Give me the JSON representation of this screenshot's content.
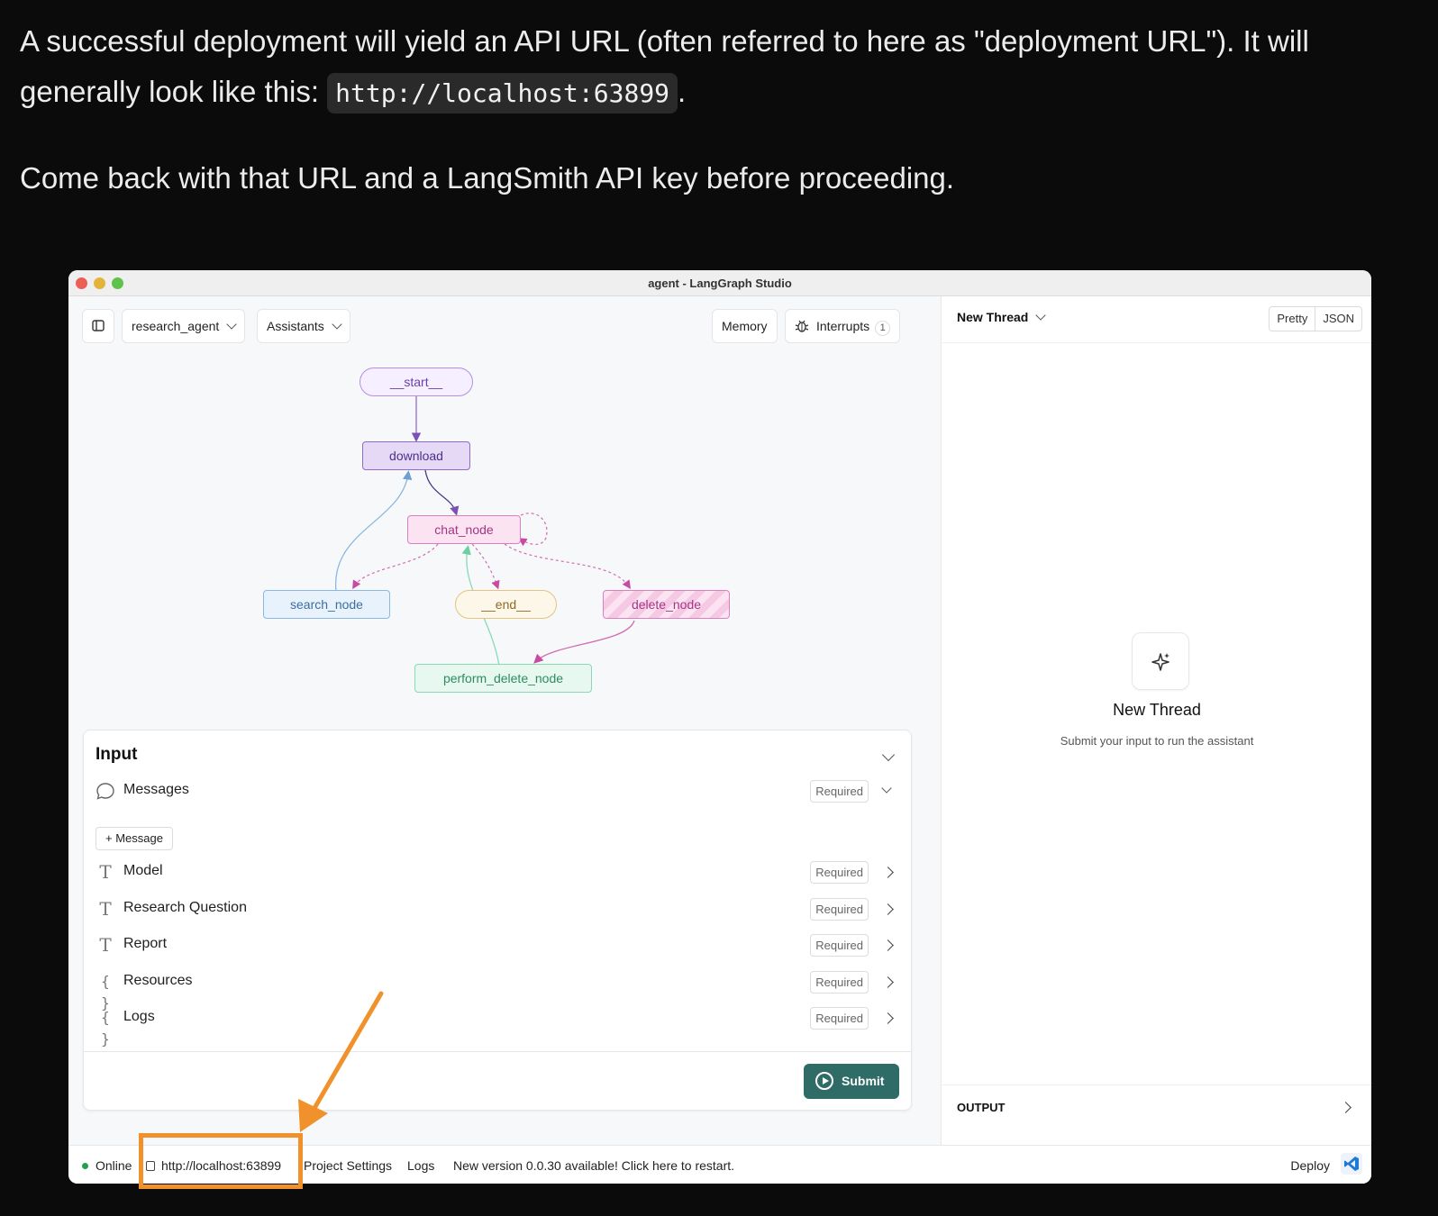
{
  "doc": {
    "p1_before": "A successful deployment will yield an API URL (often referred to here as \"deployment URL\"). It will generally look like this: ",
    "p1_code": "http://localhost:63899",
    "p1_after": ".",
    "p2": "Come back with that URL and a LangSmith API key before proceeding."
  },
  "window": {
    "title": "agent - LangGraph Studio"
  },
  "toolbar": {
    "graph_select": "research_agent",
    "assistants_label": "Assistants",
    "memory_label": "Memory",
    "interrupts_label": "Interrupts",
    "interrupts_count": "1"
  },
  "graph": {
    "nodes": {
      "start": "__start__",
      "download": "download",
      "chat_node": "chat_node",
      "search_node": "search_node",
      "end": "__end__",
      "delete_node": "delete_node",
      "perform_delete_node": "perform_delete_node"
    }
  },
  "input": {
    "title": "Input",
    "messages_label": "Messages",
    "add_message_label": "+ Message",
    "required_label": "Required",
    "fields": [
      {
        "label": "Model",
        "icon": "T"
      },
      {
        "label": "Research Question",
        "icon": "T"
      },
      {
        "label": "Report",
        "icon": "T"
      },
      {
        "label": "Resources",
        "icon": "{ }"
      },
      {
        "label": "Logs",
        "icon": "{ }"
      }
    ],
    "submit_label": "Submit"
  },
  "thread": {
    "title": "New Thread",
    "view_pretty": "Pretty",
    "view_json": "JSON",
    "empty_title": "New Thread",
    "empty_subtitle": "Submit your input to run the assistant",
    "output_label": "OUTPUT"
  },
  "statusbar": {
    "online": "Online",
    "url": "http://localhost:63899",
    "project_settings": "Project Settings",
    "logs": "Logs",
    "update_notice": "New version 0.0.30 available! Click here to restart.",
    "deploy": "Deploy"
  },
  "colors": {
    "annotation": "#f0912b",
    "submit": "#2f6b67",
    "online": "#22a04b"
  }
}
